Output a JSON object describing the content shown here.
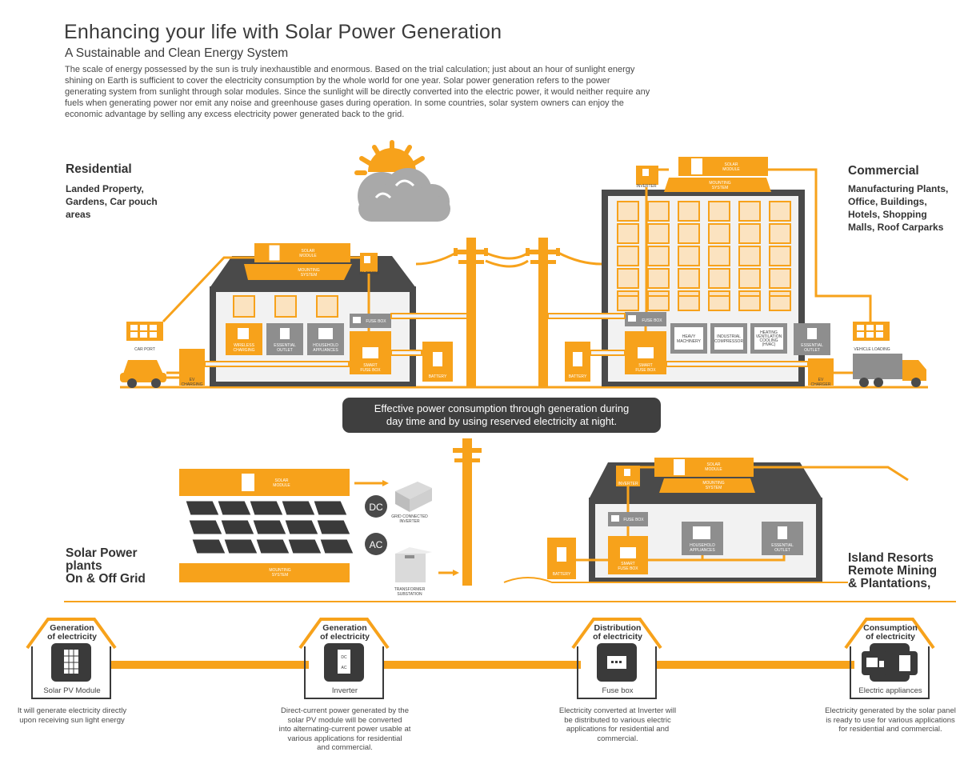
{
  "header": {
    "title": "Enhancing your life with Solar Power Generation",
    "subtitle": "A Sustainable and Clean Energy System",
    "intro": "The scale of energy possessed by the sun is truly inexhaustible and enormous. Based on the trial calculation; just about an hour of sunlight energy shining on Earth is sufficient to cover the electricity consumption by the whole world for one year. Solar power generation refers to the power generating system from sunlight through solar modules. Since the sunlight will be directly converted into the electric power, it would neither require any fuels when generating power nor emit any noise and greenhouse gases during operation. In some countries, solar system owners can enjoy the economic advantage by selling any excess electricity power generated back to the grid."
  },
  "sections": {
    "residential": {
      "title": "Residential",
      "desc_lines": [
        "Landed Property,",
        "Gardens, Car pouch",
        "areas"
      ]
    },
    "commercial": {
      "title": "Commercial",
      "desc_lines": [
        "Manufacturing Plants,",
        "Office, Buildings,",
        "Hotels, Shopping",
        "Malls, Roof Carparks"
      ]
    },
    "solar_plants": {
      "lines": [
        "Solar Power",
        "plants",
        "On & Off Grid"
      ]
    },
    "island": {
      "lines": [
        "Island Resorts",
        "Remote Mining",
        "& Plantations,"
      ]
    }
  },
  "caption": {
    "lines": [
      "Effective power consumption through generation during",
      "day time and by using reserved electricity at night."
    ]
  },
  "labels": {
    "solar_module": [
      "SOLAR",
      "MODULE"
    ],
    "mounting_system": [
      "MOUNTING",
      "SYSTEM"
    ],
    "inverter": "INVERTER",
    "fuse_box": "FUSE BOX",
    "smart_fuse_box": [
      "SMART",
      "FUSE BOX"
    ],
    "battery": "BATTERY",
    "car_port": "CAR PORT",
    "ev_charging": [
      "EV",
      "CHARGING"
    ],
    "ev_charger": [
      "EV",
      "CHARGER"
    ],
    "wireless_charging": [
      "WIRELESS",
      "CHARGING"
    ],
    "essential_outlet": [
      "ESSENTIAL",
      "OUTLET"
    ],
    "household_appliances": [
      "HOUSEHOLD",
      "APPLIANCES"
    ],
    "heavy_machinery": [
      "HEAVY",
      "MACHINERY"
    ],
    "industrial_compressor": [
      "INDUSTRIAL",
      "COMPRESSOR"
    ],
    "hvac": [
      "HEATING",
      "VENTILATION",
      "COOLING",
      "(HVAC)"
    ],
    "vehicle_loading": "VEHICLE LOADING",
    "dc": "DC",
    "ac": "AC",
    "grid_inverter": [
      "GRID CONNECTED",
      "INVERTER"
    ],
    "transformer": [
      "TRANSFORMER",
      "SUBSTATION"
    ]
  },
  "flow_steps": [
    {
      "title_lines": [
        "Generation",
        "of electricity"
      ],
      "label": "Solar PV Module",
      "desc_lines": [
        "It will generate electricity directly",
        "upon receiving sun light energy"
      ],
      "icon": "solar-panel-icon"
    },
    {
      "title_lines": [
        "Generation",
        "of electricity"
      ],
      "label": "Inverter",
      "desc_lines": [
        "Direct-current power generated by the",
        "solar PV module will be converted",
        "into alternating-current power usable at",
        "various applications for residential",
        "and commercial."
      ],
      "icon": "inverter-icon"
    },
    {
      "title_lines": [
        "Distribution",
        "of electricity"
      ],
      "label": "Fuse box",
      "desc_lines": [
        "Electricity converted at Inverter will",
        "be distributed to various electric",
        "applications for residential and",
        "commercial."
      ],
      "icon": "fuse-box-icon"
    },
    {
      "title_lines": [
        "Consumption",
        "of electricity"
      ],
      "label": "Electric appliances",
      "desc_lines": [
        "Electricity generated by the solar panel",
        "is ready to use for various applications",
        "for residential and commercial."
      ],
      "icon": "appliances-icon"
    }
  ],
  "colors": {
    "orange": "#F7A21B",
    "dark": "#4A4A4A",
    "grey": "#8E8E8E",
    "cloud": "#A9A9A9",
    "light_window": "#FBE3C0"
  }
}
